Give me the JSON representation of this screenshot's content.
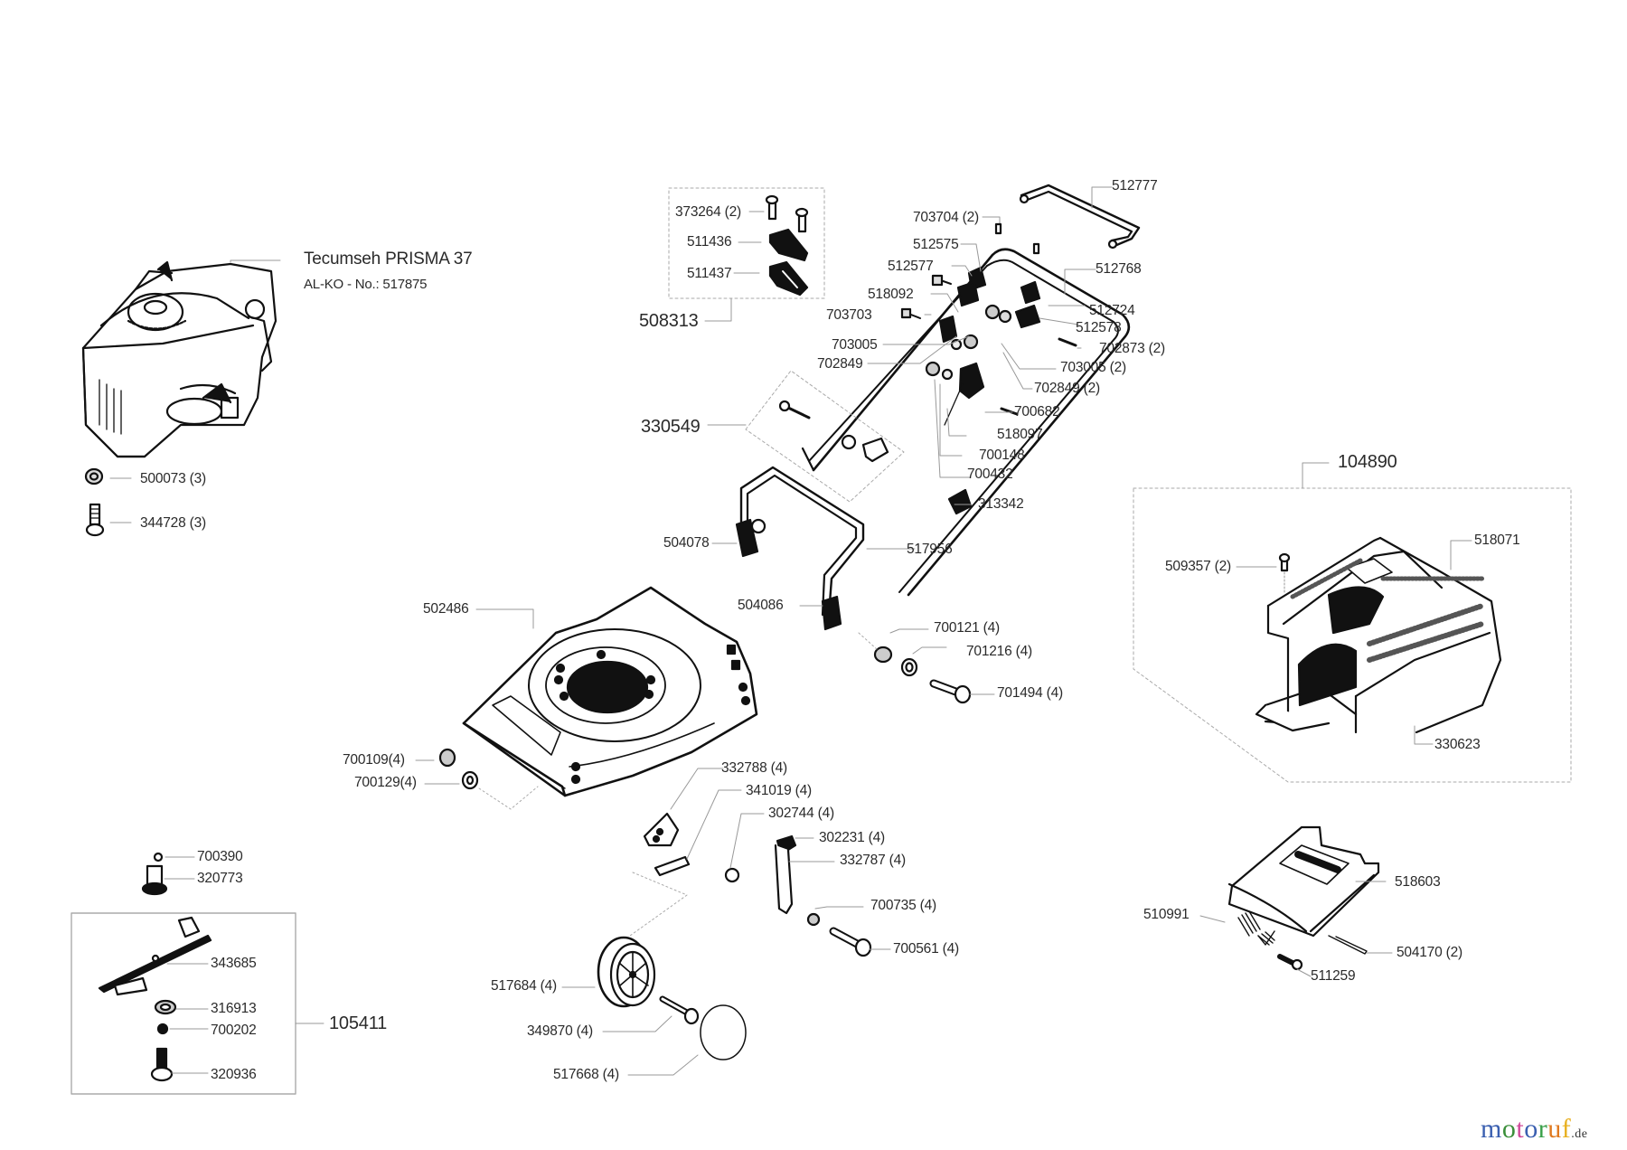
{
  "diagram": {
    "type": "exploded-parts-diagram",
    "subject": "lawn mower"
  },
  "engine": {
    "title": "Tecumseh PRISMA 37",
    "alko_no": "AL-KO - No.: 517875"
  },
  "parts": {
    "p500073": "500073 (3)",
    "p344728": "344728 (3)",
    "p373264": "373264 (2)",
    "p511436": "511436",
    "p511437": "511437",
    "p508313": "508313",
    "p703704": "703704 (2)",
    "p512777": "512777",
    "p512575": "512575",
    "p512577": "512577",
    "p512768": "512768",
    "p518092": "518092",
    "p512724": "512724",
    "p703703": "703703",
    "p512578": "512578",
    "p702873": "702873 (2)",
    "p703005a": "703005",
    "p703005b": "703005 (2)",
    "p702849a": "702849",
    "p702849b": "702849 (2)",
    "p700682": "700682",
    "p330549": "330549",
    "p518097": "518097",
    "p700148": "700148",
    "p700432": "700432",
    "p313342": "313342",
    "p504078": "504078",
    "p517956": "517956",
    "p504086": "504086",
    "p700121": "700121 (4)",
    "p701216": "701216 (4)",
    "p701494": "701494 (4)",
    "p502486": "502486",
    "p700109": "700109(4)",
    "p700129": "700129(4)",
    "p332788": "332788 (4)",
    "p341019": "341019 (4)",
    "p302744": "302744 (4)",
    "p302231": "302231 (4)",
    "p332787": "332787 (4)",
    "p700735": "700735 (4)",
    "p700561": "700561 (4)",
    "p517684": "517684 (4)",
    "p349870": "349870 (4)",
    "p517668": "517668 (4)",
    "p700390": "700390",
    "p320773": "320773",
    "p343685": "343685",
    "p316913": "316913",
    "p700202": "700202",
    "p320936": "320936",
    "p105411": "105411",
    "p104890": "104890",
    "p509357": "509357 (2)",
    "p518071": "518071",
    "p330623": "330623",
    "p518603": "518603",
    "p510991": "510991",
    "p511259": "511259",
    "p504170": "504170 (2)"
  },
  "watermark": {
    "letters": [
      "m",
      "o",
      "t",
      "o",
      "r",
      "u",
      "f"
    ],
    "colors": [
      "#3a5fb0",
      "#3a8f3a",
      "#d04a9a",
      "#3a5fb0",
      "#3aa04a",
      "#e07a20",
      "#e8b020"
    ],
    "suffix": ".de"
  }
}
